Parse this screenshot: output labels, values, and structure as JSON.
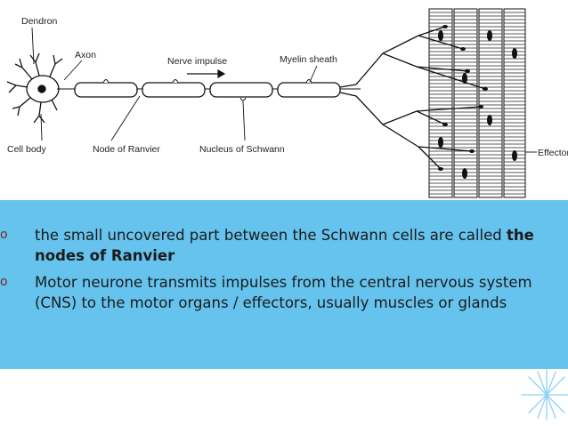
{
  "diagram": {
    "labels": {
      "dendron": "Dendron",
      "axon": "Axon",
      "nerve_impulse": "Nerve impulse",
      "myelin_sheath": "Myelin sheath",
      "cell_body": "Cell body",
      "node_of_ranvier": "Node of Ranvier",
      "nucleus_of_schwann": "Nucleus of Schwann",
      "effector": "Effector"
    }
  },
  "bullets": {
    "marker": "o",
    "b1_text": "the small uncovered part between the Schwann cells are called ",
    "b1_bold": "the nodes of Ranvier",
    "b2_text": "Motor neurone transmits impulses from the central nervous system (CNS) to the motor organs /  effectors, usually muscles or glands"
  },
  "colors": {
    "band": "#66c3ee",
    "decoration": "#8fd2f2"
  }
}
